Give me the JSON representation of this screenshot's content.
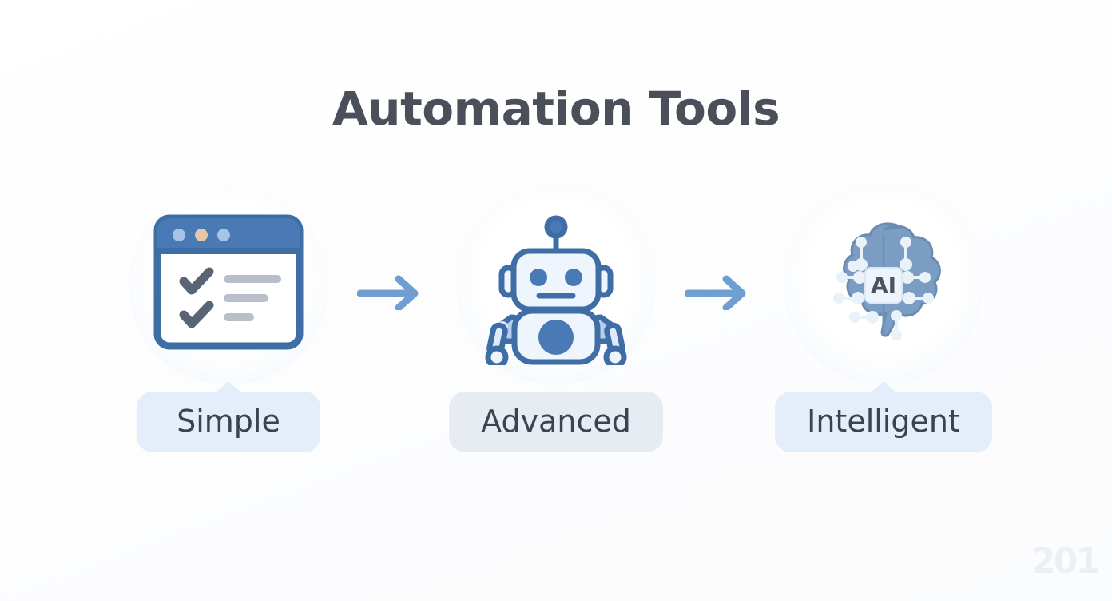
{
  "header": {
    "title": "Automation Tools"
  },
  "stages": [
    {
      "id": "simple",
      "label": "Simple",
      "icon_name": "checklist-window-icon",
      "pill_style": "blue",
      "pill_pointer": true
    },
    {
      "id": "advanced",
      "label": "Advanced",
      "icon_name": "robot-icon",
      "pill_style": "neutral",
      "pill_pointer": false
    },
    {
      "id": "intelligent",
      "label": "Intelligent",
      "icon_name": "ai-brain-icon",
      "pill_style": "blue",
      "pill_pointer": true
    }
  ],
  "connectors": [
    {
      "id": "arrow-1",
      "icon_name": "arrow-right-icon"
    },
    {
      "id": "arrow-2",
      "icon_name": "arrow-right-icon"
    }
  ],
  "icon_labels": {
    "ai_chip_text": "AI"
  },
  "watermark": {
    "text": "201"
  },
  "colors": {
    "title": "#4a4f5a",
    "pill_blue_bg": "#e4edfa",
    "pill_neutral_bg": "#e7ecf3",
    "pill_text": "#3c434f",
    "accent_blue": "#4a7ab5",
    "accent_blue_dark": "#3f6da6",
    "icon_light_fill": "#eff5fd",
    "arrow": "#6f9ed0",
    "background": "#fdfdfe"
  }
}
